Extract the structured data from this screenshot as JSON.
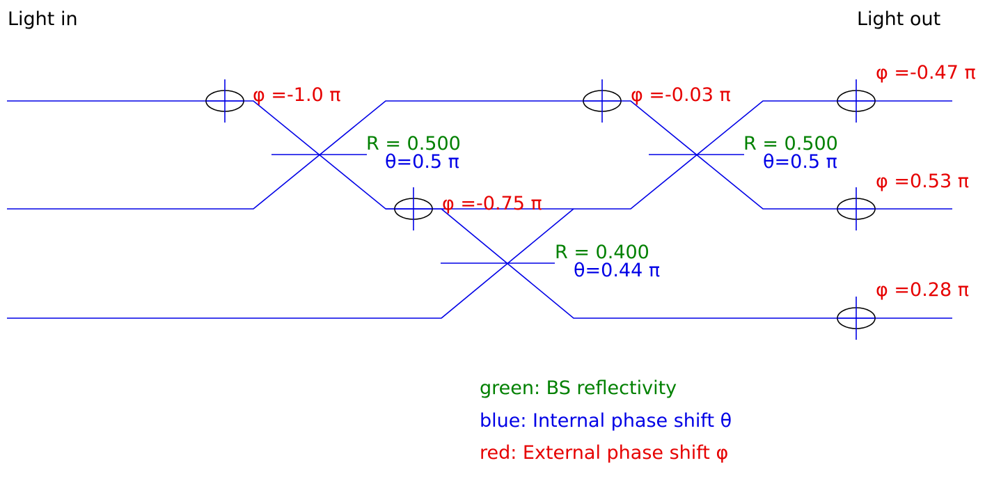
{
  "header": {
    "light_in": "Light in",
    "light_out": "Light out"
  },
  "colors": {
    "wire": "#0000e6",
    "reflectivity": "#008000",
    "internal_phase": "#0000e6",
    "external_phase": "#e60000",
    "phase_shifter_ring": "#000000"
  },
  "phase_shifters": [
    {
      "label": "φ =-1.0 π"
    },
    {
      "label": "φ =-0.03 π"
    },
    {
      "label": "φ =-0.75 π"
    },
    {
      "label": "φ =-0.47 π"
    },
    {
      "label": "φ =0.53 π"
    },
    {
      "label": "φ =0.28 π"
    }
  ],
  "beam_splitters": [
    {
      "reflectivity": "R = 0.500",
      "theta": "θ=0.5 π"
    },
    {
      "reflectivity": "R = 0.500",
      "theta": "θ=0.5 π"
    },
    {
      "reflectivity": "R = 0.400",
      "theta": "θ=0.44 π"
    }
  ],
  "legend": {
    "green": "green: BS reflectivity",
    "blue": "blue: Internal phase shift θ",
    "red": "red: External phase shift φ"
  }
}
